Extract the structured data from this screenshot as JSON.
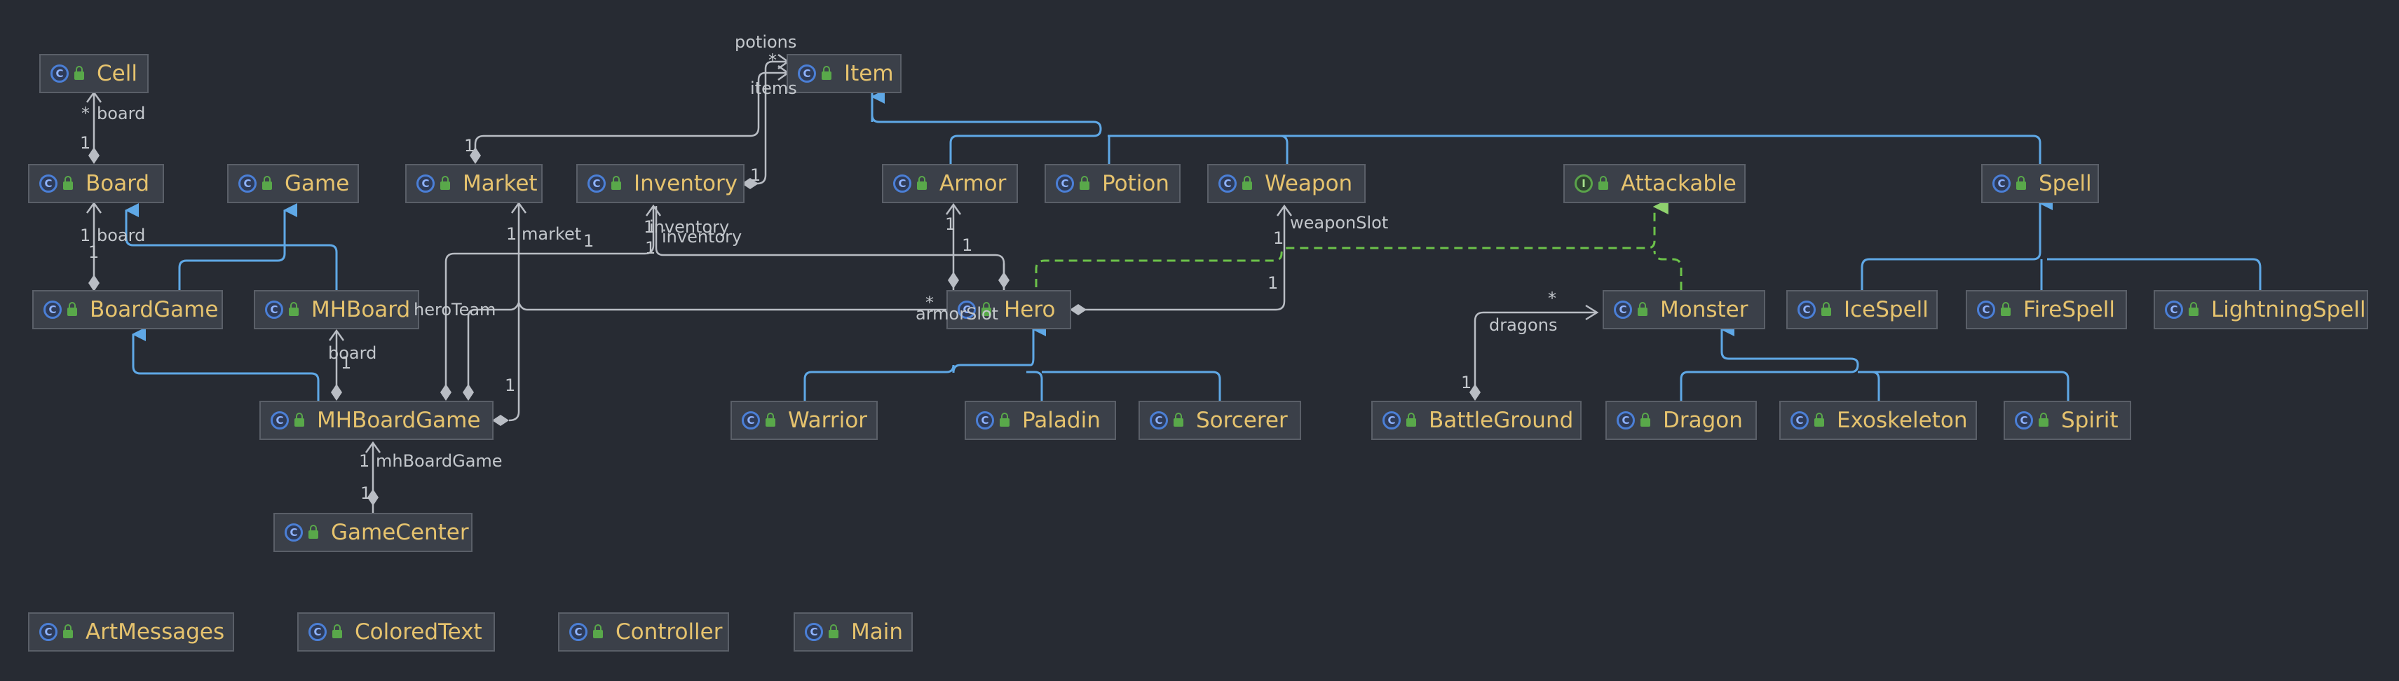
{
  "nodes": {
    "cell": {
      "name": "Cell",
      "kind": "class"
    },
    "item": {
      "name": "Item",
      "kind": "class"
    },
    "board": {
      "name": "Board",
      "kind": "class"
    },
    "game": {
      "name": "Game",
      "kind": "class"
    },
    "market": {
      "name": "Market",
      "kind": "class"
    },
    "inventory": {
      "name": "Inventory",
      "kind": "class"
    },
    "armor": {
      "name": "Armor",
      "kind": "class"
    },
    "potion": {
      "name": "Potion",
      "kind": "class"
    },
    "weapon": {
      "name": "Weapon",
      "kind": "class"
    },
    "attackable": {
      "name": "Attackable",
      "kind": "interface"
    },
    "spell": {
      "name": "Spell",
      "kind": "class"
    },
    "boardgame": {
      "name": "BoardGame",
      "kind": "class"
    },
    "mhboard": {
      "name": "MHBoard",
      "kind": "class"
    },
    "hero": {
      "name": "Hero",
      "kind": "class"
    },
    "monster": {
      "name": "Monster",
      "kind": "class"
    },
    "icespell": {
      "name": "IceSpell",
      "kind": "class"
    },
    "firespell": {
      "name": "FireSpell",
      "kind": "class"
    },
    "lightningspell": {
      "name": "LightningSpell",
      "kind": "class"
    },
    "mhboardgame": {
      "name": "MHBoardGame",
      "kind": "class"
    },
    "warrior": {
      "name": "Warrior",
      "kind": "class"
    },
    "paladin": {
      "name": "Paladin",
      "kind": "class"
    },
    "sorcerer": {
      "name": "Sorcerer",
      "kind": "class"
    },
    "battleground": {
      "name": "BattleGround",
      "kind": "class"
    },
    "dragon": {
      "name": "Dragon",
      "kind": "class"
    },
    "exoskeleton": {
      "name": "Exoskeleton",
      "kind": "class"
    },
    "spirit": {
      "name": "Spirit",
      "kind": "class"
    },
    "gamecenter": {
      "name": "GameCenter",
      "kind": "class"
    },
    "artmessages": {
      "name": "ArtMessages",
      "kind": "class"
    },
    "coloredtext": {
      "name": "ColoredText",
      "kind": "class"
    },
    "controller": {
      "name": "Controller",
      "kind": "class"
    },
    "main": {
      "name": "Main",
      "kind": "class"
    }
  },
  "icons": {
    "class": "C",
    "interface": "I"
  },
  "labels": {
    "potions": "potions",
    "potions_mult": "*",
    "items": "items",
    "board_mult_star": "*",
    "board_role_cell": "board",
    "cell_board_one": "1",
    "market_one": "1",
    "inventory_one": "1",
    "board_one_a": "1",
    "board_role_bg": "board",
    "board_one_b": "1",
    "market_role_one": "1",
    "market_role": "market",
    "market_one_b": "1",
    "inventory_role_a": "inventory",
    "inventory_role_b": "inventory",
    "inventory_one_a": "1",
    "inventory_one_b": "1",
    "armor_one_a": "1",
    "armor_one_b": "1",
    "armorslot_star": "*",
    "armorslot": "armorSlot",
    "weaponslot": "weaponSlot",
    "weapon_one_a": "1",
    "weapon_one_b": "1",
    "heroteam": "heroTeam",
    "mhboard_board": "board",
    "mhboard_one": "1",
    "market_mhbg_one": "1",
    "dragons": "dragons",
    "dragons_star": "*",
    "bg_one": "1",
    "mhboardgame_one_a": "1",
    "mhboardgame_role": "mhBoardGame",
    "mhboardgame_one_b": "1"
  },
  "colors": {
    "background": "#272b33",
    "node_fill": "#3b4049",
    "node_border": "#5a5f68",
    "class_name": "#e6c36e",
    "inheritance": "#5fa8e6",
    "realization": "#6cc24a",
    "association": "#b9bdc4"
  }
}
